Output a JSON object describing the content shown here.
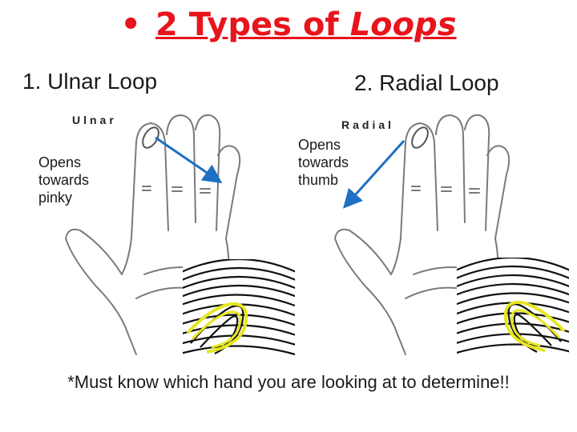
{
  "slide": {
    "bullet": "•",
    "title_prefix": "2 Types of ",
    "title_emph": "Loops",
    "title_color": "#e8141c"
  },
  "ulnar": {
    "heading": "1. Ulnar Loop",
    "hand_label": "Ulnar",
    "note": [
      "Opens",
      "towards",
      "pinky"
    ]
  },
  "radial": {
    "heading": "2. Radial Loop",
    "hand_label": "Radial",
    "note": [
      "Opens",
      "towards",
      "thumb"
    ]
  },
  "footer": "*Must know which hand you are looking at to determine!!",
  "colors": {
    "arrow": "#1f6fc4",
    "loop_highlight": "#e6e620",
    "ink": "#111111"
  }
}
